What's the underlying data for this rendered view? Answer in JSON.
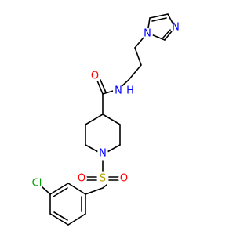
{
  "figure": {
    "kind": "skeletal-structure-formula",
    "colors": {
      "bond": "#000000",
      "nitrogen": "#0000ff",
      "oxygen": "#ff0000",
      "sulfur": "#b8a000",
      "chlorine": "#00a000",
      "background": "#ffffff"
    },
    "atom_labels": {
      "imidazole_n1": "N",
      "imidazole_n3": "N",
      "amide_nh": "N",
      "amide_h": "H",
      "amide_o": "O",
      "piperidine_n": "N",
      "sulfonyl_s": "S",
      "sulfonyl_o_left": "O",
      "sulfonyl_o_right": "O",
      "chloro": "Cl"
    }
  }
}
